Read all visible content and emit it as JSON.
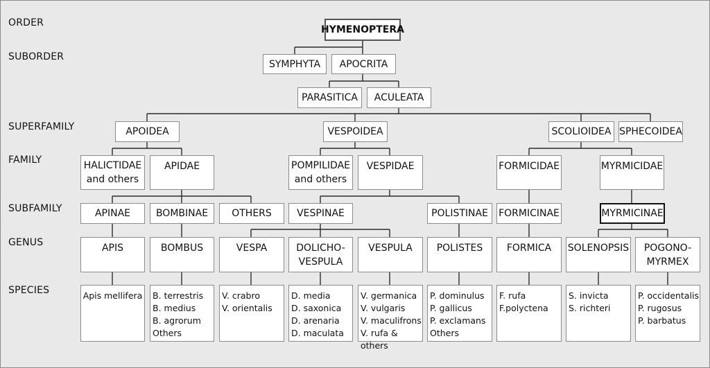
{
  "levels": [
    "ORDER",
    "SUBORDER",
    "SUPERFAMILY",
    "FAMILY",
    "SUBFAMILY",
    "GENUS",
    "SPECIES"
  ],
  "nodes": {
    "hymenoptera": "HYMENOPTERA",
    "symphyta": "SYMPHYTA",
    "apocrita": "APOCRITA",
    "parasitica": "PARASITICA",
    "aculeata": "ACULEATA",
    "apoidea": "APOIDEA",
    "vespoidea": "VESPOIDEA",
    "scolioidea": "SCOLIOIDEA",
    "sphecoidea": "SPHECOIDEA",
    "halictidae": "HALICTIDAE\nand others",
    "apidae": "APIDAE",
    "pompilidae": "POMPILIDAE\nand others",
    "vespidae": "VESPIDAE",
    "formicidae": "FORMICIDAE",
    "myrmicidae": "MYRMICIDAE",
    "apinae": "APINAE",
    "bombinae": "BOMBINAE",
    "others": "OTHERS",
    "vespinae": "VESPINAE",
    "polistinae": "POLISTINAE",
    "formicinae": "FORMICINAE",
    "myrmicinae": "MYRMICINAE",
    "apis": "APIS",
    "bombus": "BOMBUS",
    "vespa": "VESPA",
    "dolichovespula": "DOLICHO-\nVESPULA",
    "vespula": "VESPULA",
    "polistes": "POLISTES",
    "formica": "FORMICA",
    "solenopsis": "SOLENOPSIS",
    "pogonomyrmex": "POGONO-\nMYRMEX"
  },
  "species": {
    "apis": "Apis mellifera",
    "bombus": "B. terrestris\nB. medius\nB. agrorum\nOthers",
    "vespa": "V. crabro\nV. orientalis",
    "dolichovespula": "D. media\nD. saxonica\nD. arenaria\nD. maculata",
    "vespula": "V. germanica\nV. vulgaris\nV. maculifrons\nV. rufa & others",
    "polistes": "P. dominulus\nP. gallicus\nP. exclamans\nOthers",
    "formica": "F. rufa\nF.polyctena",
    "solenopsis": "S. invicta\nS. richteri",
    "pogonomyrmex": "P. occidentalis\nP. rugosus\nP. barbatus"
  }
}
